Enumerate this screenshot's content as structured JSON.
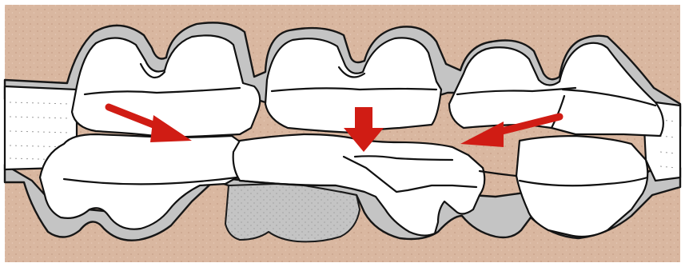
{
  "figure": {
    "kind": "dental occlusion cross-section illustration",
    "printed_text": []
  },
  "colors": {
    "border": "#ffffff",
    "tissue": "#d9b7a0",
    "tissue_speckle": "#c7a088",
    "gum_band": "#c4c4c4",
    "gum_dots": "#a9a9a9",
    "tooth": "#ffffff",
    "outline": "#111111",
    "arrow": "#d01c14"
  },
  "arrows": [
    {
      "name": "force-arrow-left",
      "direction": "down-right"
    },
    {
      "name": "force-arrow-center",
      "direction": "down"
    },
    {
      "name": "force-arrow-right",
      "direction": "down-left"
    }
  ],
  "teeth": {
    "upper": [
      "upper-molar",
      "upper-premolar",
      "upper-canine"
    ],
    "lower": [
      "lower-molar",
      "lower-premolar",
      "lower-canine"
    ]
  }
}
